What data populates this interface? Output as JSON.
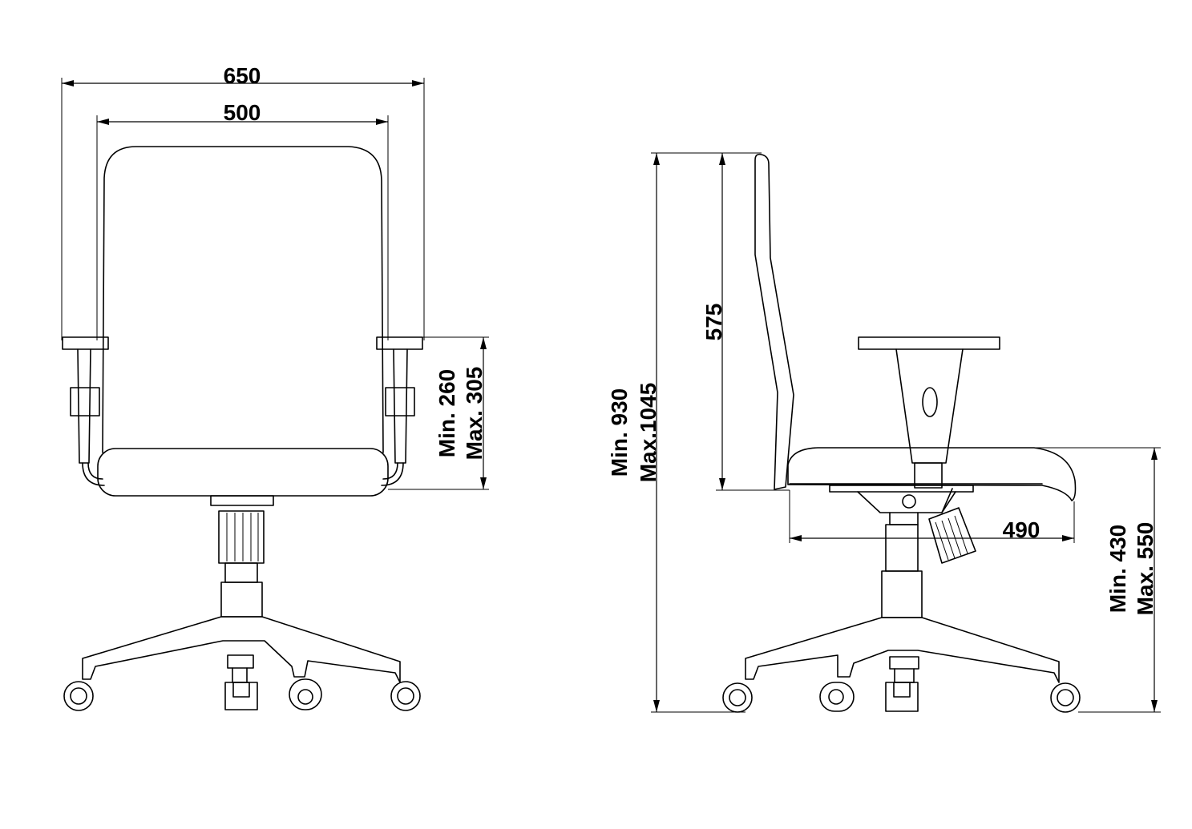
{
  "front_view": {
    "dim_overall_width": "650",
    "dim_seat_width": "500",
    "dim_armrest_min": "Min. 260",
    "dim_armrest_max": "Max. 305"
  },
  "side_view": {
    "dim_total_min": "Min. 930",
    "dim_total_max": "Max.1045",
    "dim_backrest": "575",
    "dim_seat_depth": "490",
    "dim_seat_min": "Min. 430",
    "dim_seat_max": "Max. 550"
  }
}
